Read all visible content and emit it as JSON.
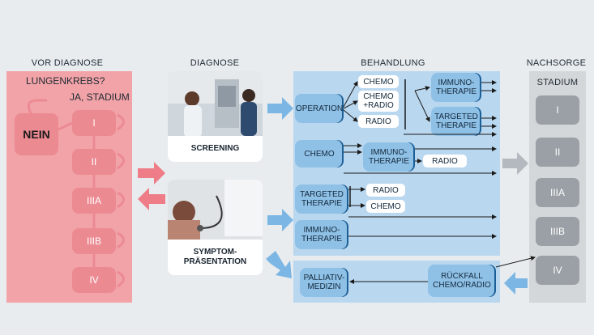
{
  "headers": {
    "vor_diagnose": "VOR DIAGNOSE",
    "diagnose": "DIAGNOSE",
    "behandlung": "BEHANDLUNG",
    "nachsorge": "NACHSORGE",
    "stadium": "STADIUM"
  },
  "vor": {
    "question": "LUNGENKREBS?",
    "ja": "JA, STADIUM",
    "nein": "NEIN",
    "stages": [
      "I",
      "II",
      "IIIA",
      "IIIB",
      "IV"
    ]
  },
  "diagnose": {
    "screening": "SCREENING",
    "symptom_1": "SYMPTOM-",
    "symptom_2": "PRÄSENTATION"
  },
  "behandlung": {
    "operation": "OPERATION",
    "chemo_box": "CHEMO",
    "chemo_radio_1": "CHEMO",
    "chemo_radio_2": "+RADIO",
    "radio": "RADIO",
    "immuno_1": "IMMUNO-",
    "immuno_2": "THERAPIE",
    "targeted_1": "TARGETED",
    "targeted_2": "THERAPIE",
    "chemo": "CHEMO",
    "palliativ_1": "PALLIATIV-",
    "palliativ_2": "MEDIZIN",
    "rueckfall_1": "RÜCKFALL",
    "rueckfall_2": "CHEMO/RADIO"
  },
  "nachsorge": {
    "stages": [
      "I",
      "II",
      "IIIA",
      "IIIB",
      "IV"
    ]
  },
  "colors": {
    "red_panel": "#f2a3a8",
    "red_box": "#ec8a92",
    "blue_panel": "#b9d7ef",
    "blue_box": "#8fc0e6",
    "grey_panel": "#d4d7da",
    "grey_box": "#9aa0a5",
    "arrow_pink": "#ef7d88",
    "arrow_blue": "#6aaee0"
  }
}
